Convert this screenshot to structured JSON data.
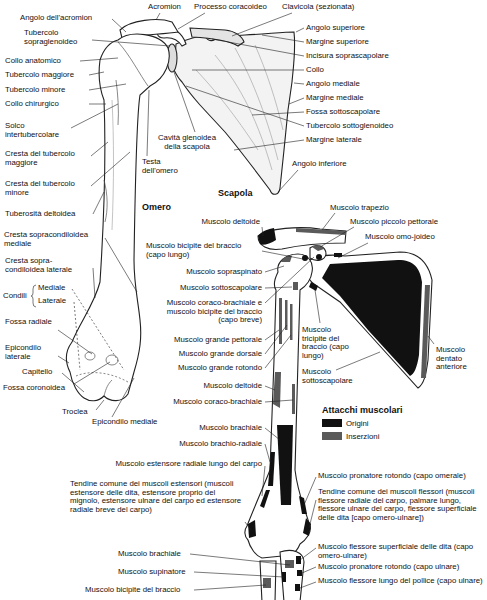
{
  "diagram": {
    "labels": [
      "Angolo dell'acromion",
      "Acromion",
      "Processo coracoideo",
      "Clavicola (sezionata)",
      "Tubercolo sopraglenoideo",
      "Collo anatomico",
      "Tubercolo maggiore",
      "Tubercolo minore",
      "Collo chirurgico",
      "Solco intertubercolare",
      "Cresta del tubercolo maggiore",
      "Cresta del tubercolo minore",
      "Tuberosità deltoidea",
      "Cresta sopracondiloidea mediale",
      "Cresta sopra- condiloidea laterale",
      "Condili",
      "Mediale",
      "Laterale",
      "Fossa radiale",
      "Epicondilo laterale",
      "Capitello",
      "Fossa coronoidea",
      "Troclea",
      "Epicondilo mediale",
      "Testa dell'omero",
      "Cavità glenoidea della scapola",
      "Omero",
      "Angolo superiore",
      "Margine superiore",
      "Incisura soprascapolare",
      "Collo",
      "Angolo mediale",
      "Margine mediale",
      "Fossa sottoscapolare",
      "Tubercolo sottoglenoideo",
      "Margine laterale",
      "Angolo inferiore",
      "Scapola",
      "Muscolo trapezio",
      "Muscolo piccolo pettorale",
      "Muscolo deltoide",
      "Muscolo omo-joideo",
      "Muscolo bicipite del braccio (capo lungo)",
      "Muscolo sopraspinato",
      "Muscolo sottoscapolare",
      "Muscolo coraco-brachiale e muscolo bicipite del braccio (capo breve)",
      "Muscolo grande pettorale",
      "Muscolo grande dorsale",
      "Muscolo grande rotondo",
      "Muscolo deltoide",
      "Muscolo coraco-brachiale",
      "Muscolo brachiale",
      "Muscolo brachio-radiale",
      "Muscolo estensore radiale lungo del carpo",
      "Tendine comune dei muscoli estensori (muscoli estensore delle dita, estensore proprio del mignolo, estensore ulnare del carpo ed estensore radiale breve del carpo)",
      "Muscolo brachiale",
      "Muscolo supinatore",
      "Muscolo bicipite del braccio",
      "Muscolo tricipite del braccio (capo lungo)",
      "Muscolo sottoscapolare",
      "Muscolo dentato anteriore",
      "Attacchi muscolari",
      "Muscolo pronatore rotondo (capo omerale)",
      "Tendine comune dei muscoli flessori (muscoli flessore radiale del carpo, palmare lungo, flessore ulnare del carpo, flessore superficiale delle dita [capo omero-ulnare])",
      "Muscolo flessore superficiale delle dita (capo omero-ulnare)",
      "Muscolo pronatore rotondo (capo ulnare)",
      "Muscolo flessore lungo del pollice (capo ulnare)"
    ],
    "legend": [
      {
        "text": "Origini",
        "color": "#111111"
      },
      {
        "text": "Inserzioni",
        "color": "#5a5a5a"
      }
    ]
  }
}
